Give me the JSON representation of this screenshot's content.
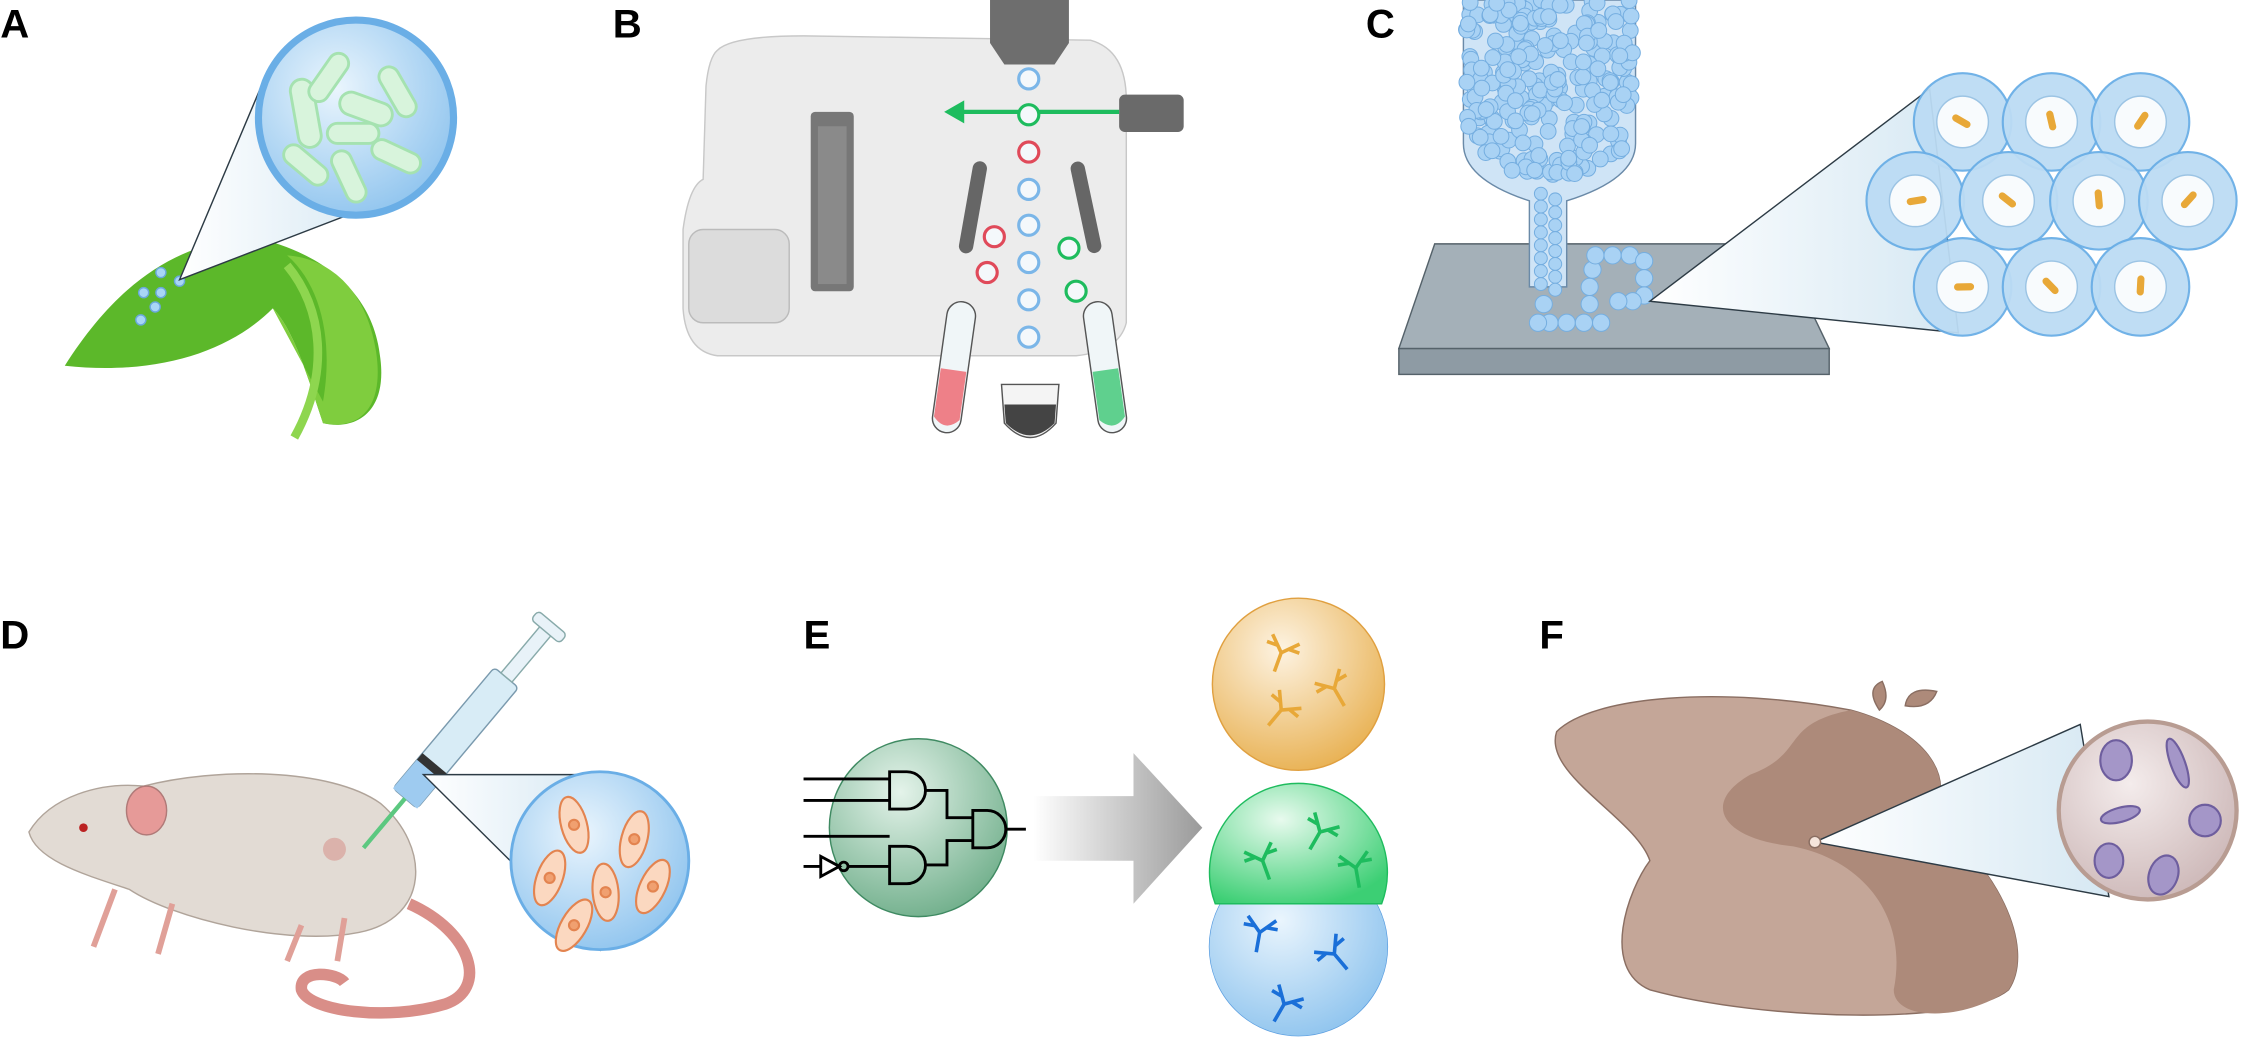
{
  "panels": [
    {
      "label": "A",
      "subject": "leaf-microbes"
    },
    {
      "label": "B",
      "subject": "cell-sorter"
    },
    {
      "label": "C",
      "subject": "bioprinting"
    },
    {
      "label": "D",
      "subject": "mouse-injection"
    },
    {
      "label": "E",
      "subject": "logic-circuit-antibodies"
    },
    {
      "label": "F",
      "subject": "tissue-cells"
    }
  ],
  "colors": {
    "leaf": "#5cb82a",
    "blue": "#8ec3ec",
    "green": "#1ebc5e",
    "red": "#e04a5a",
    "orange": "#e8a838",
    "tissue": "#c4a698",
    "purple": "#8f80b8"
  }
}
